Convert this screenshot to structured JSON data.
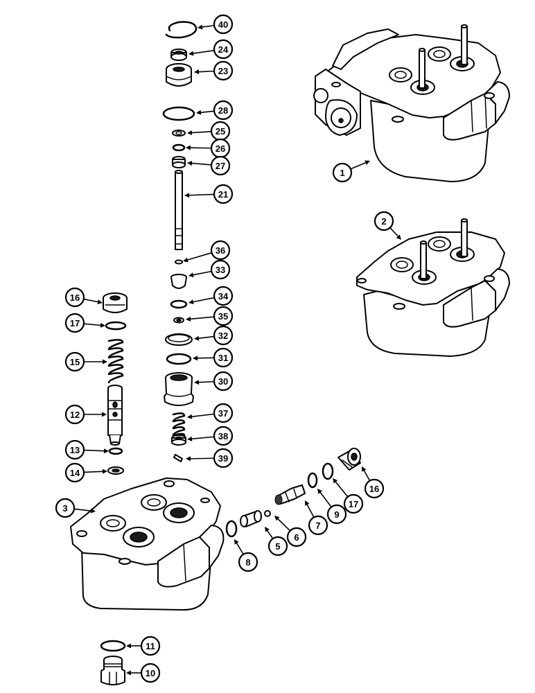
{
  "callouts": [
    {
      "id": "40",
      "label": "40"
    },
    {
      "id": "24",
      "label": "24"
    },
    {
      "id": "23",
      "label": "23"
    },
    {
      "id": "28",
      "label": "28"
    },
    {
      "id": "25",
      "label": "25"
    },
    {
      "id": "26",
      "label": "26"
    },
    {
      "id": "27",
      "label": "27"
    },
    {
      "id": "21",
      "label": "21"
    },
    {
      "id": "36",
      "label": "36"
    },
    {
      "id": "33",
      "label": "33"
    },
    {
      "id": "34",
      "label": "34"
    },
    {
      "id": "35",
      "label": "35"
    },
    {
      "id": "32",
      "label": "32"
    },
    {
      "id": "31",
      "label": "31"
    },
    {
      "id": "30",
      "label": "30"
    },
    {
      "id": "37",
      "label": "37"
    },
    {
      "id": "38",
      "label": "38"
    },
    {
      "id": "39",
      "label": "39"
    },
    {
      "id": "16a",
      "label": "16"
    },
    {
      "id": "17a",
      "label": "17"
    },
    {
      "id": "15",
      "label": "15"
    },
    {
      "id": "12",
      "label": "12"
    },
    {
      "id": "13",
      "label": "13"
    },
    {
      "id": "14",
      "label": "14"
    },
    {
      "id": "1",
      "label": "1"
    },
    {
      "id": "2",
      "label": "2"
    },
    {
      "id": "3",
      "label": "3"
    },
    {
      "id": "8",
      "label": "8"
    },
    {
      "id": "5",
      "label": "5"
    },
    {
      "id": "6",
      "label": "6"
    },
    {
      "id": "7",
      "label": "7"
    },
    {
      "id": "9",
      "label": "9"
    },
    {
      "id": "17b",
      "label": "17"
    },
    {
      "id": "16b",
      "label": "16"
    },
    {
      "id": "11",
      "label": "11"
    },
    {
      "id": "10",
      "label": "10"
    }
  ]
}
